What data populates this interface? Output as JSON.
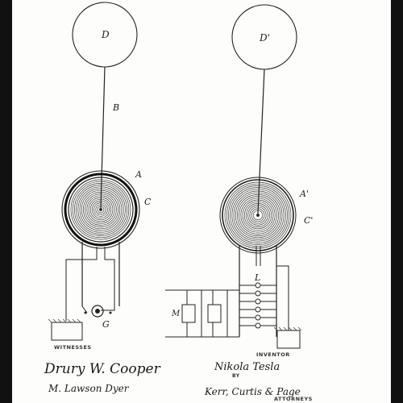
{
  "figure": {
    "labels": {
      "d": "D",
      "d_prime": "D'",
      "b": "B",
      "a": "A",
      "a_prime": "A'",
      "c": "C",
      "c_prime": "C'",
      "l": "L",
      "m": "M",
      "g": "G"
    },
    "captions": {
      "witnesses": "WITNESSES",
      "inventor": "INVENTOR",
      "by": "BY",
      "attorneys": "ATTORNEYS"
    },
    "signatures": {
      "witness_1": "Drury W. Cooper",
      "witness_2": "M. Lawson Dyer",
      "inventor": "Nikola Tesla",
      "attorneys": "Kerr, Curtis & Page"
    }
  }
}
